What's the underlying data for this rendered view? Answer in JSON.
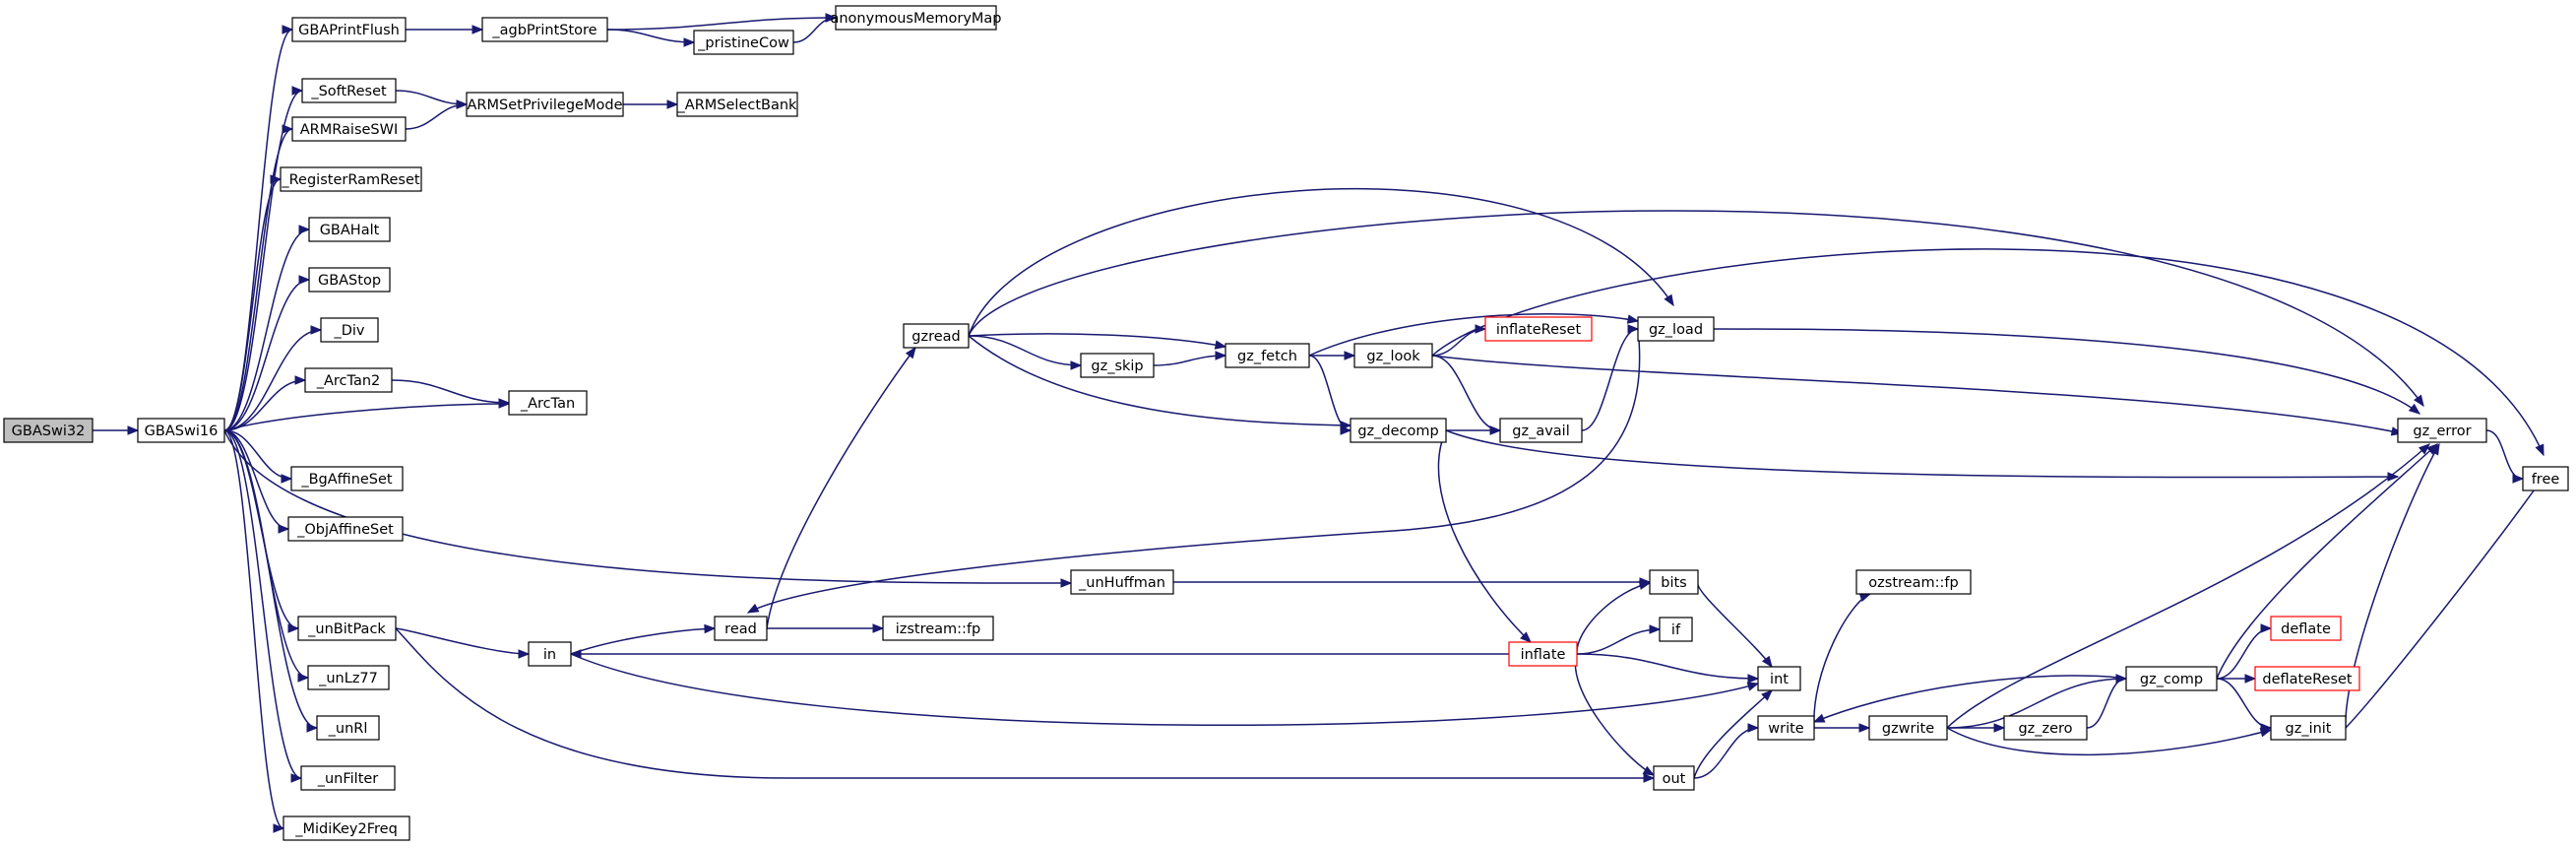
{
  "graph": {
    "nodes": [
      {
        "id": "GBASwi32",
        "label": "GBASwi32",
        "root": true
      },
      {
        "id": "GBASwi16",
        "label": "GBASwi16"
      },
      {
        "id": "GBAPrintFlush",
        "label": "GBAPrintFlush"
      },
      {
        "id": "agbPrintStore",
        "label": "_agbPrintStore"
      },
      {
        "id": "anonymousMemoryMap",
        "label": "anonymousMemoryMap"
      },
      {
        "id": "pristineCow",
        "label": "_pristineCow"
      },
      {
        "id": "SoftReset",
        "label": "_SoftReset"
      },
      {
        "id": "ARMSetPrivilegeMode",
        "label": "ARMSetPrivilegeMode"
      },
      {
        "id": "ARMSelectBank",
        "label": "_ARMSelectBank"
      },
      {
        "id": "ARMRaiseSWI",
        "label": "ARMRaiseSWI"
      },
      {
        "id": "RegisterRamReset",
        "label": "_RegisterRamReset"
      },
      {
        "id": "GBAHalt",
        "label": "GBAHalt"
      },
      {
        "id": "GBAStop",
        "label": "GBAStop"
      },
      {
        "id": "Div",
        "label": "_Div"
      },
      {
        "id": "ArcTan2",
        "label": "_ArcTan2"
      },
      {
        "id": "ArcTan",
        "label": "_ArcTan"
      },
      {
        "id": "BgAffineSet",
        "label": "_BgAffineSet"
      },
      {
        "id": "ObjAffineSet",
        "label": "_ObjAffineSet"
      },
      {
        "id": "unBitPack",
        "label": "_unBitPack"
      },
      {
        "id": "unLz77",
        "label": "_unLz77"
      },
      {
        "id": "unRl",
        "label": "_unRl"
      },
      {
        "id": "unFilter",
        "label": "_unFilter"
      },
      {
        "id": "MidiKey2Freq",
        "label": "_MidiKey2Freq"
      },
      {
        "id": "unHuffman",
        "label": "_unHuffman"
      },
      {
        "id": "in",
        "label": "in"
      },
      {
        "id": "read",
        "label": "read"
      },
      {
        "id": "izstream_fp",
        "label": "izstream::fp"
      },
      {
        "id": "gzread",
        "label": "gzread"
      },
      {
        "id": "gz_skip",
        "label": "gz_skip"
      },
      {
        "id": "gz_fetch",
        "label": "gz_fetch"
      },
      {
        "id": "gz_look",
        "label": "gz_look"
      },
      {
        "id": "inflateReset",
        "label": "inflateReset",
        "truncated": true
      },
      {
        "id": "gz_load",
        "label": "gz_load"
      },
      {
        "id": "gz_avail",
        "label": "gz_avail"
      },
      {
        "id": "gz_decomp",
        "label": "gz_decomp"
      },
      {
        "id": "inflate",
        "label": "inflate",
        "truncated": true
      },
      {
        "id": "bits",
        "label": "bits"
      },
      {
        "id": "if",
        "label": "if"
      },
      {
        "id": "int",
        "label": "int"
      },
      {
        "id": "out",
        "label": "out"
      },
      {
        "id": "write",
        "label": "write"
      },
      {
        "id": "ozstream_fp",
        "label": "ozstream::fp"
      },
      {
        "id": "gzwrite",
        "label": "gzwrite"
      },
      {
        "id": "gz_zero",
        "label": "gz_zero"
      },
      {
        "id": "gz_comp",
        "label": "gz_comp"
      },
      {
        "id": "deflate",
        "label": "deflate",
        "truncated": true
      },
      {
        "id": "deflateReset",
        "label": "deflateReset",
        "truncated": true
      },
      {
        "id": "gz_init",
        "label": "gz_init"
      },
      {
        "id": "gz_error",
        "label": "gz_error"
      },
      {
        "id": "free",
        "label": "free"
      }
    ],
    "edges": [
      [
        "GBASwi32",
        "GBASwi16"
      ],
      [
        "GBASwi16",
        "GBAPrintFlush"
      ],
      [
        "GBASwi16",
        "SoftReset"
      ],
      [
        "GBASwi16",
        "ARMRaiseSWI"
      ],
      [
        "GBASwi16",
        "RegisterRamReset"
      ],
      [
        "GBASwi16",
        "GBAHalt"
      ],
      [
        "GBASwi16",
        "GBAStop"
      ],
      [
        "GBASwi16",
        "Div"
      ],
      [
        "GBASwi16",
        "ArcTan2"
      ],
      [
        "GBASwi16",
        "ArcTan"
      ],
      [
        "GBASwi16",
        "BgAffineSet"
      ],
      [
        "GBASwi16",
        "ObjAffineSet"
      ],
      [
        "GBASwi16",
        "unHuffman"
      ],
      [
        "GBASwi16",
        "unBitPack"
      ],
      [
        "GBASwi16",
        "unLz77"
      ],
      [
        "GBASwi16",
        "unRl"
      ],
      [
        "GBASwi16",
        "unFilter"
      ],
      [
        "GBASwi16",
        "MidiKey2Freq"
      ],
      [
        "GBAPrintFlush",
        "agbPrintStore"
      ],
      [
        "agbPrintStore",
        "anonymousMemoryMap"
      ],
      [
        "agbPrintStore",
        "pristineCow"
      ],
      [
        "pristineCow",
        "anonymousMemoryMap"
      ],
      [
        "SoftReset",
        "ARMSetPrivilegeMode"
      ],
      [
        "ARMRaiseSWI",
        "ARMSetPrivilegeMode"
      ],
      [
        "ARMSetPrivilegeMode",
        "ARMSelectBank"
      ],
      [
        "ArcTan2",
        "ArcTan"
      ],
      [
        "unHuffman",
        "bits"
      ],
      [
        "unBitPack",
        "in"
      ],
      [
        "unBitPack",
        "out"
      ],
      [
        "in",
        "read"
      ],
      [
        "read",
        "izstream_fp"
      ],
      [
        "read",
        "gzread"
      ],
      [
        "gzread",
        "gz_skip"
      ],
      [
        "gzread",
        "gz_fetch"
      ],
      [
        "gzread",
        "gz_decomp"
      ],
      [
        "gzread",
        "gz_load"
      ],
      [
        "gzread",
        "gz_error"
      ],
      [
        "gz_skip",
        "gz_fetch"
      ],
      [
        "gz_fetch",
        "gz_look"
      ],
      [
        "gz_fetch",
        "gz_decomp"
      ],
      [
        "gz_fetch",
        "gz_load"
      ],
      [
        "gz_look",
        "inflateReset"
      ],
      [
        "gz_look",
        "gz_avail"
      ],
      [
        "gz_look",
        "gz_error"
      ],
      [
        "gz_look",
        "free"
      ],
      [
        "gz_avail",
        "gz_load"
      ],
      [
        "gz_load",
        "read"
      ],
      [
        "gz_load",
        "gz_error"
      ],
      [
        "gz_decomp",
        "gz_avail"
      ],
      [
        "gz_decomp",
        "inflate"
      ],
      [
        "gz_decomp",
        "gz_error"
      ],
      [
        "inflate",
        "bits"
      ],
      [
        "inflate",
        "if"
      ],
      [
        "inflate",
        "int"
      ],
      [
        "inflate",
        "in"
      ],
      [
        "inflate",
        "out"
      ],
      [
        "bits",
        "int"
      ],
      [
        "in",
        "int"
      ],
      [
        "out",
        "int"
      ],
      [
        "out",
        "write"
      ],
      [
        "write",
        "ozstream_fp"
      ],
      [
        "write",
        "gzwrite"
      ],
      [
        "gzwrite",
        "gz_zero"
      ],
      [
        "gzwrite",
        "gz_comp"
      ],
      [
        "gzwrite",
        "gz_init"
      ],
      [
        "gzwrite",
        "gz_error"
      ],
      [
        "gz_zero",
        "gz_comp"
      ],
      [
        "gz_comp",
        "write"
      ],
      [
        "gz_comp",
        "deflate"
      ],
      [
        "gz_comp",
        "deflateReset"
      ],
      [
        "gz_comp",
        "gz_init"
      ],
      [
        "gz_comp",
        "gz_error"
      ],
      [
        "gz_init",
        "gz_error"
      ],
      [
        "gz_init",
        "free"
      ],
      [
        "gz_error",
        "free"
      ]
    ]
  }
}
